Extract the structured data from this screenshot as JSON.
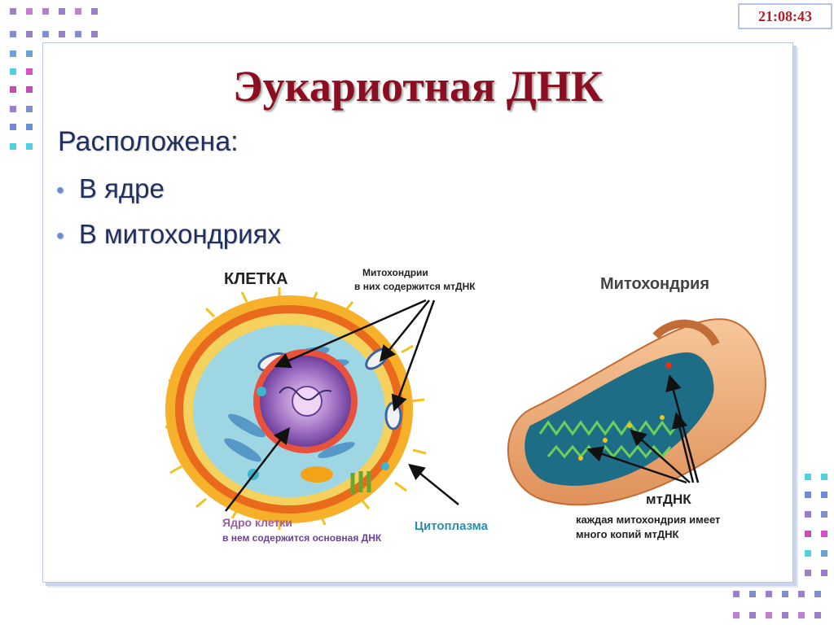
{
  "clock": "21:08:43",
  "slide": {
    "title": "Эукариотная ДНК",
    "subtitle": "Расположена:",
    "bullets": [
      "В ядре",
      "В митохондриях"
    ]
  },
  "figure_cell": {
    "heading": "КЛЕТКА",
    "mito_label_line1": "Митохондрии",
    "mito_label_line2": "в них содержится мтДНК",
    "nucleus_label_line1": "Ядро клетки",
    "nucleus_label_line2": "в нем содержится  основная ДНК",
    "cytoplasm_label": "Цитоплазма"
  },
  "figure_mito": {
    "heading": "Митохондрия",
    "mtdna_label": "мтДНК",
    "note_line1": "каждая митохондрия имеет",
    "note_line2": "много копий мтДНК"
  },
  "colors": {
    "title": "#8b0f20",
    "body_text": "#1f2f5e",
    "bullet": "#6c8cd0",
    "clock": "#b01f2a",
    "nucleus_label": "#9a5fa0",
    "cytoplasm_label": "#2a8fb0"
  }
}
